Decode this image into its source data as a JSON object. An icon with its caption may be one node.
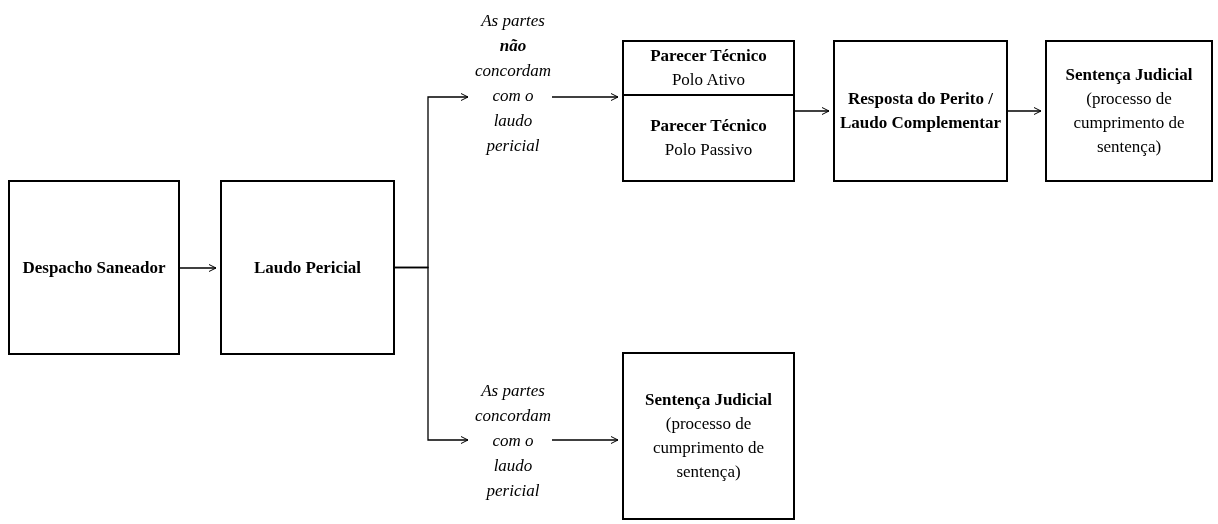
{
  "diagram": {
    "nodes": [
      {
        "text": [
          "Despacho Saneador"
        ]
      },
      {
        "text": [
          "Laudo Pericial"
        ]
      },
      {
        "text": [
          "As partes **não** concordam com o laudo pericial"
        ]
      },
      {
        "text": [],
        "shape": "box"
      },
      {
        "text": [
          "Parecer Técnico",
          "Polo Ativo"
        ],
        "in": 3
      },
      {
        "text": [
          "Parecer Técnico",
          "Polo Passivo"
        ],
        "in": 3
      },
      {
        "text": [
          "Resposta do Perito / Laudo Complementar"
        ]
      },
      {
        "text": [
          "Sentença Judicial",
          "(processo de cumprimento de sentença)"
        ]
      },
      {
        "text": [
          "As partes concordam com o laudo pericial"
        ]
      },
      {
        "text": [
          "Sentença Judicial",
          "(processo de cumprimento de sentença)"
        ]
      }
    ],
    "edges": [
      {
        "from": 0,
        "to": 1,
        "arrow": "to"
      },
      {
        "from": 1,
        "to": 2,
        "arrow": "to"
      },
      {
        "from": 1,
        "to": 8,
        "arrow": "to"
      },
      {
        "from": 2,
        "to": 3,
        "arrow": "to"
      },
      {
        "from": 3,
        "to": 6,
        "arrow": "to"
      },
      {
        "from": 6,
        "to": 7,
        "arrow": "to"
      },
      {
        "from": 8,
        "to": 9,
        "arrow": "to"
      }
    ]
  }
}
